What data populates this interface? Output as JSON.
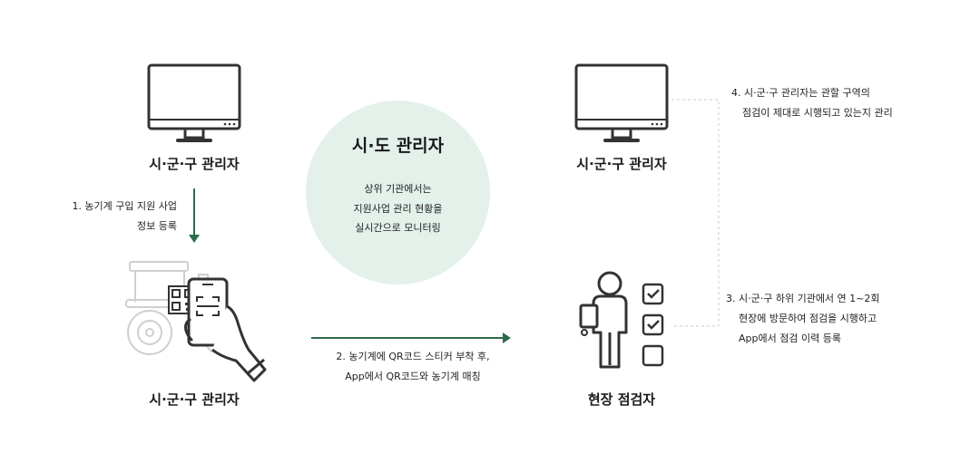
{
  "diagram": {
    "left_monitor_label": "시·군·구 관리자",
    "right_monitor_label": "시·군·구 관리자",
    "bottom_left_label": "시·군·구 관리자",
    "bottom_right_label": "현장 점검자",
    "center": {
      "title": "시·도 관리자",
      "desc_lines": [
        "상위 기관에서는",
        "지원사업 관리 현황을",
        "실시간으로 모니터링"
      ]
    },
    "step1": [
      "1. 농기계 구입 지원 사업",
      "정보 등록"
    ],
    "step2": [
      "2. 농기계에 QR코드 스티커 부착 후,",
      "App에서 QR코드와 농기계 매칭"
    ],
    "step3": [
      "3. 시·군·구 하위 기관에서 연 1~2회",
      "현장에 방문하여 점검을 시행하고",
      "App에서 점검 이력 등록"
    ],
    "step4": [
      "4. 시·군·구 관리자는 관할 구역의",
      "점검이 제대로 시행되고 있는지 관리"
    ]
  },
  "colors": {
    "accent": "#2e6b4b",
    "circle": "#e3f1ea",
    "icon": "#333333",
    "machine": "#cfcfcf"
  },
  "icons": [
    "monitor-icon",
    "monitor-icon",
    "hand-phone-qr-icon",
    "tractor-icon",
    "inspector-person-icon",
    "checklist-icon"
  ]
}
